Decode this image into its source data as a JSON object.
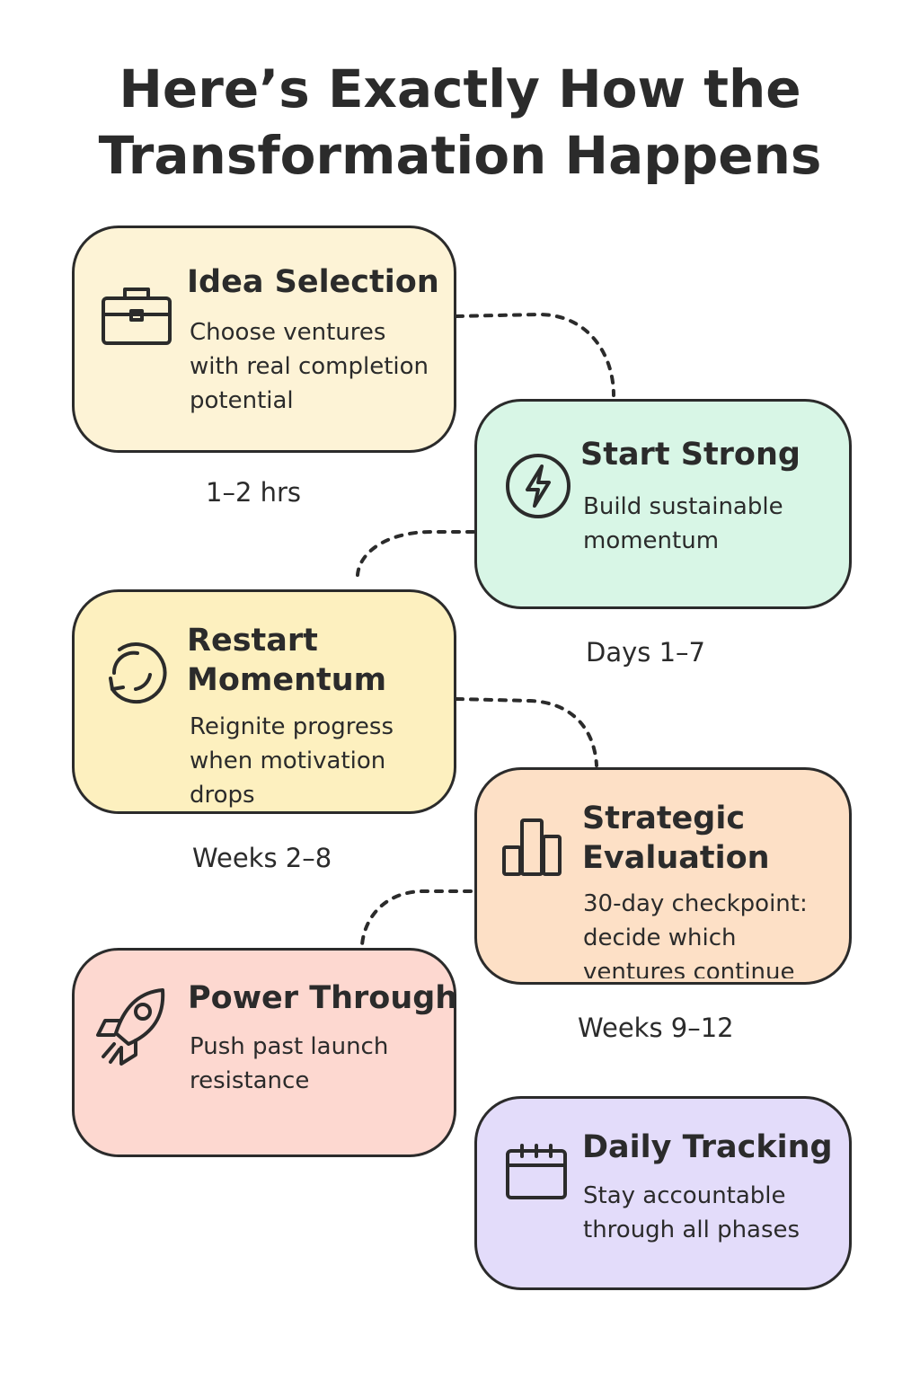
{
  "title": {
    "line1": "Here’s Exactly How the",
    "line2": "Transformation Happens"
  },
  "steps": [
    {
      "title_lines": [
        "Idea Selection"
      ],
      "desc_lines": [
        "Choose ventures",
        "with real completion",
        "potential"
      ],
      "duration": "1–2 hrs",
      "icon": "briefcase-icon",
      "color": "#fdf3d6"
    },
    {
      "title_lines": [
        "Start Strong"
      ],
      "desc_lines": [
        "Build sustainable",
        "momentum"
      ],
      "duration": "Days 1–7",
      "icon": "lightning-icon",
      "color": "#d8f6e6"
    },
    {
      "title_lines": [
        "Restart",
        "Momentum"
      ],
      "desc_lines": [
        "Reignite progress",
        "when motivation",
        "drops"
      ],
      "duration": "Weeks 2–8",
      "icon": "refresh-icon",
      "color": "#fdf0bf"
    },
    {
      "title_lines": [
        "Strategic",
        "Evaluation"
      ],
      "desc_lines": [
        "30-day checkpoint:",
        "decide which",
        "ventures continue"
      ],
      "duration": "Weeks 9–12",
      "icon": "bar-chart-icon",
      "color": "#fde0c6"
    },
    {
      "title_lines": [
        "Power Through"
      ],
      "desc_lines": [
        "Push past launch",
        "resistance"
      ],
      "icon": "rocket-icon",
      "color": "#fdd8d0"
    },
    {
      "title_lines": [
        "Daily Tracking"
      ],
      "desc_lines": [
        "Stay accountable",
        "through all phases"
      ],
      "icon": "calendar-icon",
      "color": "#e3dcfa"
    }
  ]
}
